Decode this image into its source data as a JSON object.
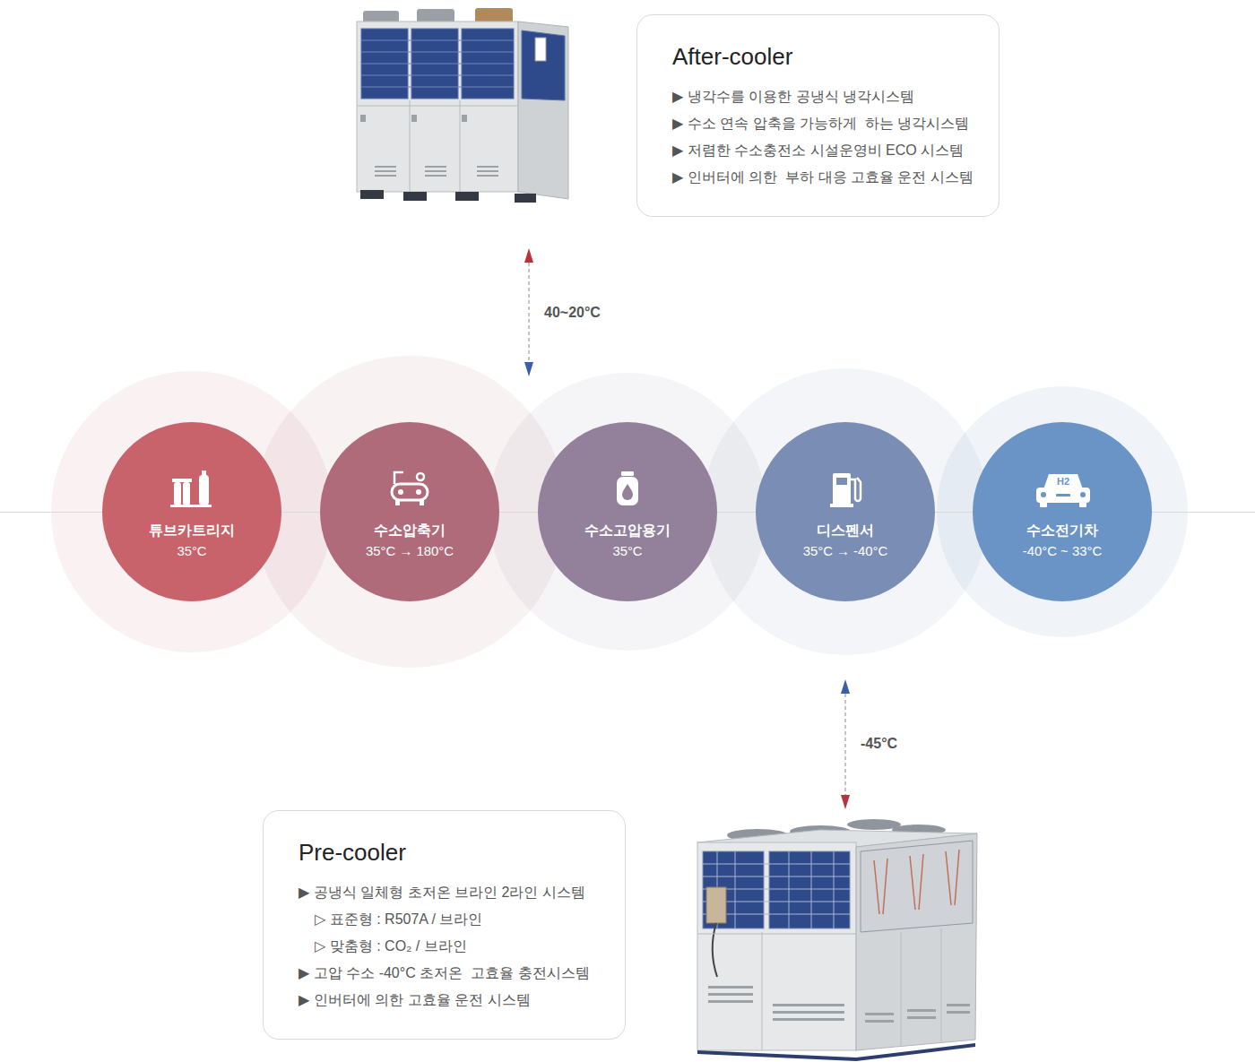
{
  "diagram": {
    "nodes": [
      {
        "text": [
          "After-cooler",
          "▶ 냉각수를 이용한 공냉식 냉각시스템",
          "▶ 수소 연속 압축을 가능하게  하는 냉각시스템",
          "▶ 저렴한 수소충전소 시설운영비 ECO 시스템",
          "▶ 인버터에 의한  부하 대응 고효율 운전 시스템"
        ]
      },
      {
        "text": [
          "튜브카트리지",
          "35°C"
        ]
      },
      {
        "text": [
          "수소압축기",
          "35°C → 180°C"
        ]
      },
      {
        "text": [
          "수소고압용기",
          "35°C"
        ]
      },
      {
        "text": [
          "디스펜서",
          "35°C → -40°C"
        ]
      },
      {
        "text": [
          "수소전기차",
          "-40°C ~ 33°C"
        ]
      },
      {
        "text": [
          "Pre-cooler",
          "▶ 공냉식 일체형 초저온 브라인 2라인 시스템",
          "▷ 표준형 : R507A / 브라인",
          "▷ 맞춤형 : CO₂ / 브라인",
          "▶ 고압 수소 -40°C 초저온  고효율 충전시스템",
          "▶ 인버터에 의한 고효율 운전 시스템"
        ]
      }
    ],
    "labels": [
      "40~20°C",
      "-45°C",
      "H2"
    ]
  }
}
